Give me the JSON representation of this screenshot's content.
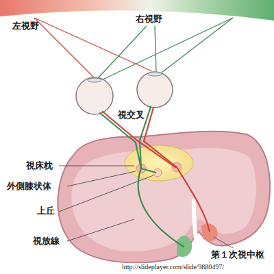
{
  "diagram": {
    "labels": [
      "左視野",
      "右視野",
      "視交叉",
      "視床枕",
      "外側膝状体",
      "上丘",
      "視放線",
      "第１次視中枢",
      "http://slideplayer.com/slide/9880497/"
    ]
  }
}
